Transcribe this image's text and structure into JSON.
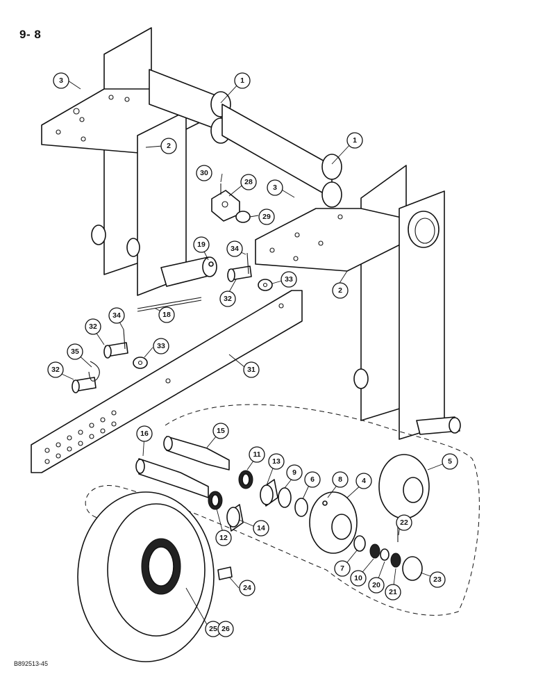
{
  "page_number": "9- 8",
  "reference_code": "B892513-45",
  "callouts": [
    "1",
    "1",
    "2",
    "2",
    "3",
    "3",
    "4",
    "5",
    "6",
    "7",
    "8",
    "9",
    "10",
    "11",
    "12",
    "13",
    "14",
    "15",
    "16",
    "18",
    "19",
    "20",
    "21",
    "22",
    "23",
    "24",
    "25",
    "26",
    "28",
    "29",
    "30",
    "31",
    "32",
    "32",
    "32",
    "33",
    "33",
    "34",
    "34",
    "35"
  ]
}
